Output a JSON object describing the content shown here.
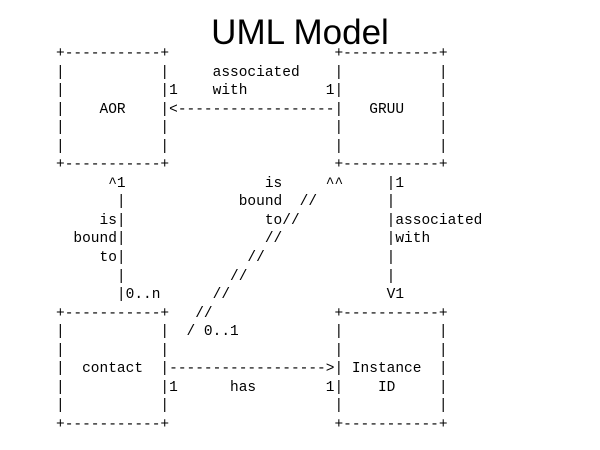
{
  "title": "UML Model",
  "colors": {
    "foreground": "#000000",
    "background": "#ffffff"
  },
  "diagram": {
    "entities": [
      {
        "name": "AOR"
      },
      {
        "name": "GRUU"
      },
      {
        "name": "contact"
      },
      {
        "name": "Instance ID"
      }
    ],
    "relationships": [
      {
        "label": "associated with",
        "from": "GRUU",
        "to": "AOR",
        "from_multiplicity": "1",
        "to_multiplicity": "1"
      },
      {
        "label": "is bound to",
        "from": "contact",
        "to": "AOR",
        "from_multiplicity": "0..n",
        "to_multiplicity": "1"
      },
      {
        "label": "is bound to",
        "from": "contact",
        "to": "GRUU",
        "from_multiplicity": "0..1",
        "to_multiplicity": ""
      },
      {
        "label": "associated with",
        "from": "GRUU",
        "to": "Instance ID",
        "from_multiplicity": "1",
        "to_multiplicity": "1"
      },
      {
        "label": "has",
        "from": "contact",
        "to": "Instance ID",
        "from_multiplicity": "1",
        "to_multiplicity": "1"
      }
    ],
    "ascii_lines": [
      "+-----------+                   +-----------+",
      "|           |     associated    |           |",
      "|           |1    with         1|           |",
      "|    AOR    |<------------------|   GRUU    |",
      "|           |                   |           |",
      "|           |                   |           |",
      "+-----------+                   +-----------+",
      "      ^1                is     ^^     |1",
      "       |             bound  //        |",
      "     is|                to//          |associated",
      "  bound|                //            |with",
      "     to|              //              |",
      "       |            //                |",
      "       |0..n      //                  V1",
      "+-----------+   //              +-----------+",
      "|           |  / 0..1           |           |",
      "|           |                   |           |",
      "|  contact  |------------------>| Instance  |",
      "|           |1      has        1|    ID     |",
      "|           |                   |           |",
      "+-----------+                   +-----------+"
    ]
  }
}
